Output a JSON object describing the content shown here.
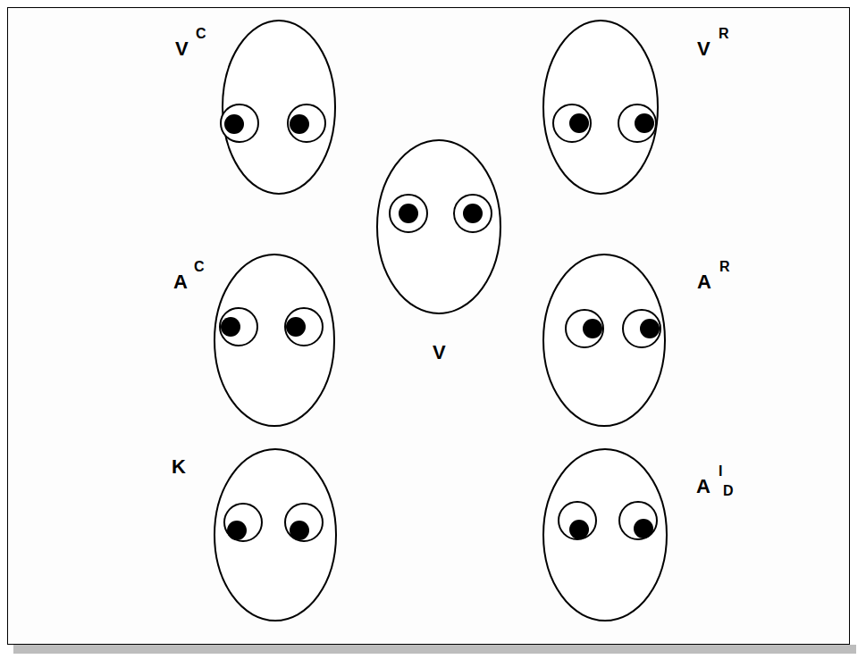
{
  "diagram": {
    "labels": [
      "V",
      "C",
      "V",
      "R",
      "A",
      "C",
      "A",
      "R",
      "V",
      "K",
      "A",
      "I",
      "D"
    ]
  }
}
